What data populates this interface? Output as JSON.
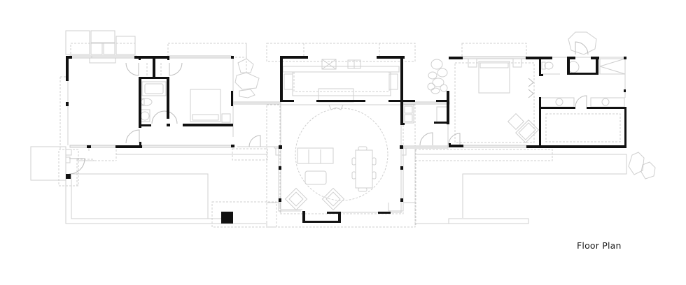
{
  "diagram": {
    "type": "architectural-floor-plan",
    "caption": "Floor Plan",
    "colors": {
      "wall": "#111111",
      "fixture_line": "#cfcfcf",
      "background": "#ffffff"
    },
    "zones": [
      {
        "id": "west-wing",
        "rooms": [
          "living-room",
          "bathroom",
          "bedroom"
        ]
      },
      {
        "id": "central-pavilion",
        "rooms": [
          "kitchen",
          "great-room"
        ]
      },
      {
        "id": "east-wing",
        "rooms": [
          "master-bedroom",
          "master-bath",
          "closet"
        ]
      }
    ],
    "furniture": [
      "bed",
      "bed",
      "sofa",
      "coffee-table",
      "dining-table",
      "armchair",
      "armchair",
      "lounge-chair",
      "kitchen-island",
      "sinks",
      "toilet",
      "tub"
    ],
    "exterior": [
      "terrace-west",
      "pool",
      "terrace-east",
      "landscape-stones"
    ]
  }
}
